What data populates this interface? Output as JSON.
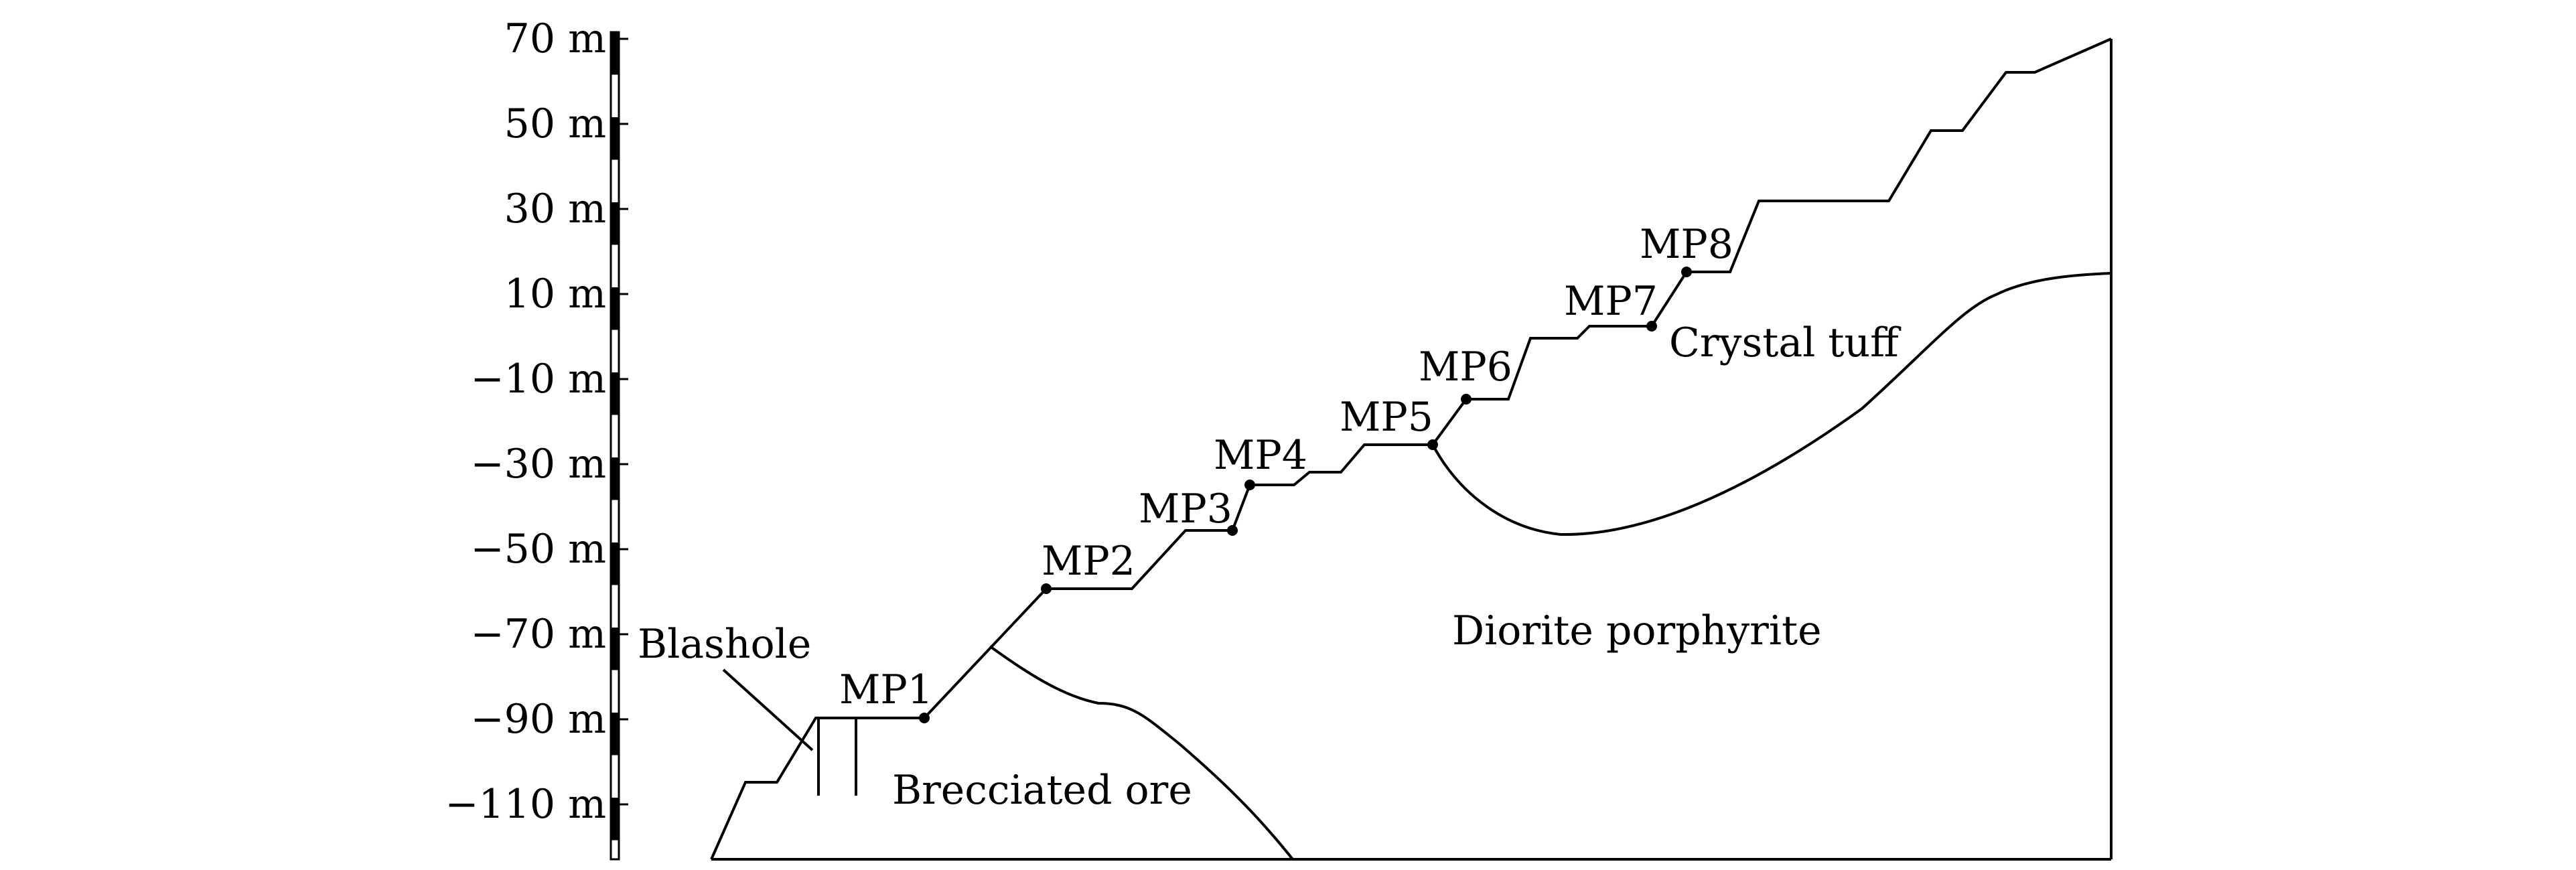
{
  "scale_bar": {
    "ticks": [
      {
        "label": "70 m"
      },
      {
        "label": "50 m"
      },
      {
        "label": "30 m"
      },
      {
        "label": "10 m"
      },
      {
        "label": "−10 m"
      },
      {
        "label": "−30 m"
      },
      {
        "label": "−50 m"
      },
      {
        "label": "−70 m"
      },
      {
        "label": "−90 m"
      },
      {
        "label": "−110 m"
      }
    ]
  },
  "measuring_points": [
    {
      "label": "MP1"
    },
    {
      "label": "MP2"
    },
    {
      "label": "MP3"
    },
    {
      "label": "MP4"
    },
    {
      "label": "MP5"
    },
    {
      "label": "MP6"
    },
    {
      "label": "MP7"
    },
    {
      "label": "MP8"
    }
  ],
  "regions": {
    "blashole": "Blashole",
    "brecciated_ore": "Brecciated ore",
    "diorite_porphyrite": "Diorite porphyrite",
    "crystal_tuff": "Crystal tuff"
  }
}
